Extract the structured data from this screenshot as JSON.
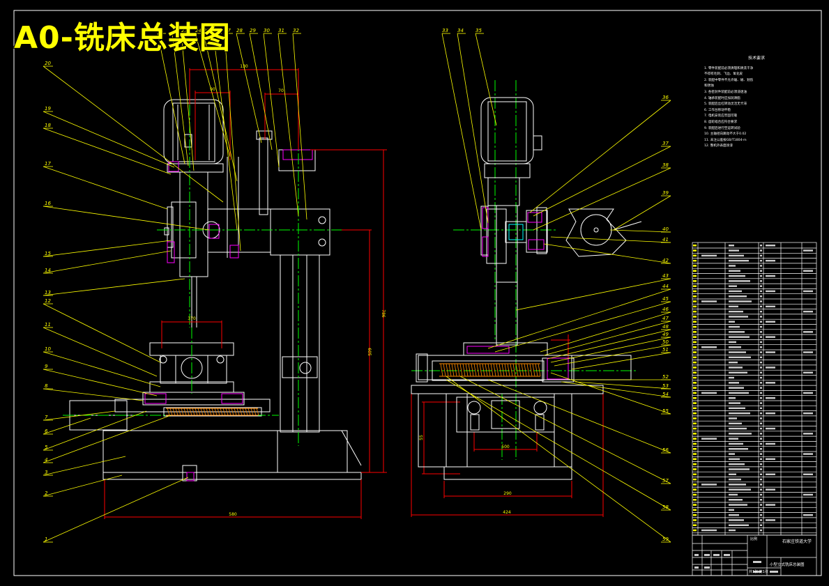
{
  "drawing": {
    "title": "A0-铣床总装图",
    "colors": {
      "background": "#000000",
      "outline": "#ffffff",
      "centerline": "#00ff00",
      "leader": "#ffff00",
      "dimension": "#ff0000",
      "hatch": "#ff00ff",
      "title": "#ffff00"
    }
  },
  "left_view": {
    "callouts_top": [
      "21",
      "22",
      "23",
      "24",
      "25",
      "26",
      "27",
      "28",
      "29",
      "30",
      "31",
      "32"
    ],
    "callouts_left": [
      "20",
      "19",
      "18",
      "17",
      "16",
      "15",
      "14",
      "13",
      "12",
      "11",
      "10",
      "9",
      "8",
      "7",
      "6",
      "5",
      "4",
      "3",
      "2",
      "1"
    ],
    "dimensions": [
      "130",
      "90",
      "70",
      "370",
      "786",
      "605",
      "580"
    ]
  },
  "right_view": {
    "callouts_top": [
      "33",
      "34",
      "35"
    ],
    "callouts_right": [
      "36",
      "37",
      "38",
      "39",
      "40",
      "41",
      "42",
      "43",
      "44",
      "45",
      "46",
      "47",
      "48",
      "49",
      "50",
      "51",
      "52",
      "53",
      "54",
      "55",
      "56",
      "57",
      "58",
      "59"
    ],
    "dimensions": [
      "55",
      "500",
      "290",
      "424"
    ]
  },
  "technical_notes": {
    "heading": "技术要求",
    "lines": [
      "1. 零件装配前必须清理和清洗干净",
      "   不得有毛刺、飞边、氧化皮",
      "2. 装配中零件不允许磕、碰、划伤",
      "   和锈蚀",
      "3. 各密封件装配前必须浸透油",
      "4. 轴承装配时应加润滑脂",
      "5. 装配后丝杠转动灵活无卡滞",
      "6. 工作台移动平稳",
      "7. 电机安装应牢固可靠",
      "8. 齿轮啮合应符合要求",
      "9. 装配后进行空运转试验",
      "10. 主轴径向跳动不大于0.02",
      "11. 未注公差按GB/T1804-m",
      "12. 整机外表面涂漆"
    ]
  },
  "title_block": {
    "school": "石家庄铁道大学",
    "drawing_name": "小型立式铣床总装图",
    "scale_label": "比例",
    "sheet_label": "共1张 第1张"
  }
}
